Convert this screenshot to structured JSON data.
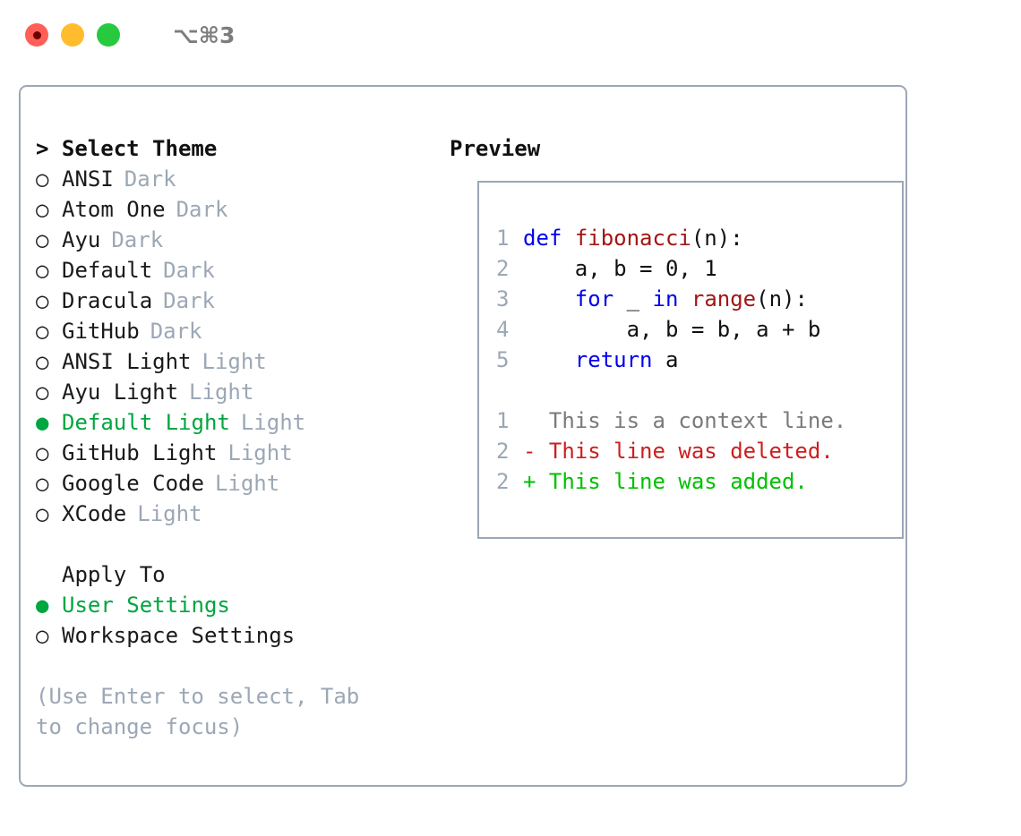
{
  "titlebar": {
    "shortcut": "⌥⌘3",
    "buttons": [
      {
        "name": "close",
        "color": "#FF5F57"
      },
      {
        "name": "minimize",
        "color": "#FFBD2E"
      },
      {
        "name": "maximize",
        "color": "#27C93F"
      }
    ]
  },
  "colors": {
    "selected_green": "#00A63F",
    "muted_gray": "#9CA7B6",
    "keyword_blue": "#0000EE",
    "function_red": "#A31515",
    "diff_deleted": "#CC1F1F",
    "diff_added": "#00C000",
    "border": "#9CA7B6"
  },
  "theme_section": {
    "heading": "> Select Theme",
    "focused": true,
    "items": [
      {
        "marker": "○",
        "label": "ANSI",
        "tag": "Dark",
        "selected": false
      },
      {
        "marker": "○",
        "label": "Atom One",
        "tag": "Dark",
        "selected": false
      },
      {
        "marker": "○",
        "label": "Ayu",
        "tag": "Dark",
        "selected": false
      },
      {
        "marker": "○",
        "label": "Default",
        "tag": "Dark",
        "selected": false
      },
      {
        "marker": "○",
        "label": "Dracula",
        "tag": "Dark",
        "selected": false
      },
      {
        "marker": "○",
        "label": "GitHub",
        "tag": "Dark",
        "selected": false
      },
      {
        "marker": "○",
        "label": "ANSI Light",
        "tag": "Light",
        "selected": false
      },
      {
        "marker": "○",
        "label": "Ayu Light",
        "tag": "Light",
        "selected": false
      },
      {
        "marker": "●",
        "label": "Default Light",
        "tag": "Light",
        "selected": true
      },
      {
        "marker": "○",
        "label": "GitHub Light",
        "tag": "Light",
        "selected": false
      },
      {
        "marker": "○",
        "label": "Google Code",
        "tag": "Light",
        "selected": false
      },
      {
        "marker": "○",
        "label": "XCode",
        "tag": "Light",
        "selected": false
      }
    ]
  },
  "apply_section": {
    "heading": "Apply To",
    "focused": false,
    "items": [
      {
        "marker": "●",
        "label": "User Settings",
        "selected": true
      },
      {
        "marker": "○",
        "label": "Workspace Settings",
        "selected": false
      }
    ]
  },
  "hint": "(Use Enter to select, Tab to change focus)",
  "preview": {
    "heading": "Preview",
    "code_lines": [
      {
        "lineno": "1",
        "tokens": [
          {
            "t": "def",
            "c": "kw"
          },
          {
            "t": " ",
            "c": "pl"
          },
          {
            "t": "fibonacci",
            "c": "fn"
          },
          {
            "t": "(n):",
            "c": "pl"
          }
        ]
      },
      {
        "lineno": "2",
        "tokens": [
          {
            "t": "    a, b = 0, 1",
            "c": "pl"
          }
        ]
      },
      {
        "lineno": "3",
        "tokens": [
          {
            "t": "    ",
            "c": "pl"
          },
          {
            "t": "for",
            "c": "kw"
          },
          {
            "t": " _ ",
            "c": "pl"
          },
          {
            "t": "in",
            "c": "kw"
          },
          {
            "t": " ",
            "c": "pl"
          },
          {
            "t": "range",
            "c": "fn"
          },
          {
            "t": "(n):",
            "c": "pl"
          }
        ]
      },
      {
        "lineno": "4",
        "tokens": [
          {
            "t": "        a, b = b, a + b",
            "c": "pl"
          }
        ]
      },
      {
        "lineno": "5",
        "tokens": [
          {
            "t": "    ",
            "c": "pl"
          },
          {
            "t": "return",
            "c": "kw"
          },
          {
            "t": " a",
            "c": "pl"
          }
        ]
      }
    ],
    "diff_lines": [
      {
        "lineno": "1",
        "text": "  This is a context line.",
        "c": "ctx"
      },
      {
        "lineno": "2",
        "text": "- This line was deleted.",
        "c": "del"
      },
      {
        "lineno": "2",
        "text": "+ This line was added.",
        "c": "add"
      }
    ]
  }
}
